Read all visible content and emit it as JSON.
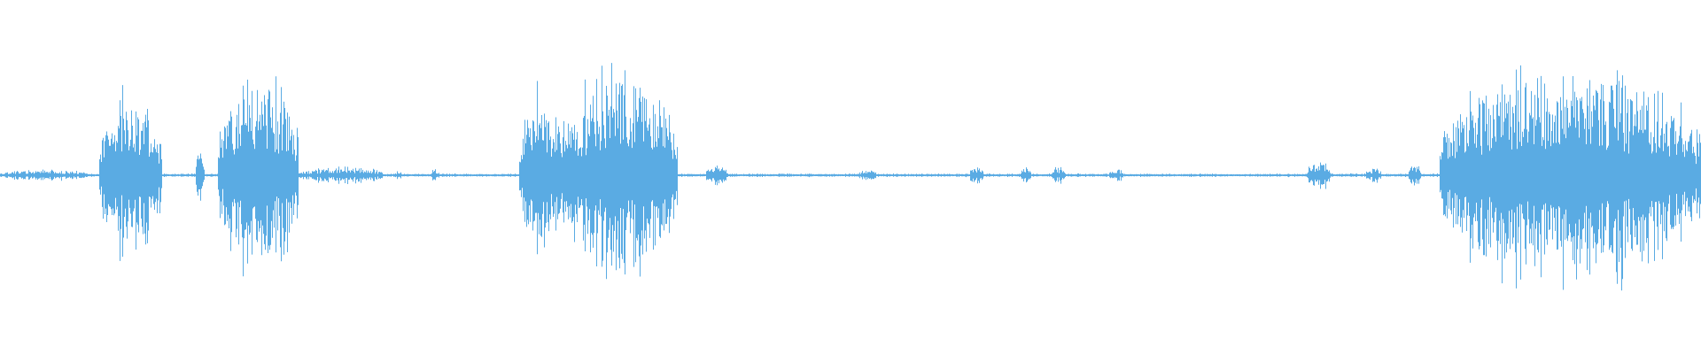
{
  "waveform": {
    "color": "#5aabe3",
    "background": "#ffffff",
    "segments": [
      {
        "start": 0.0,
        "end": 0.052,
        "level": 0.04
      },
      {
        "start": 0.058,
        "end": 0.095,
        "level": 0.62
      },
      {
        "start": 0.115,
        "end": 0.12,
        "level": 0.22
      },
      {
        "start": 0.128,
        "end": 0.175,
        "level": 0.72
      },
      {
        "start": 0.175,
        "end": 0.225,
        "level": 0.06
      },
      {
        "start": 0.232,
        "end": 0.236,
        "level": 0.04
      },
      {
        "start": 0.253,
        "end": 0.258,
        "level": 0.05
      },
      {
        "start": 0.305,
        "end": 0.33,
        "level": 0.68
      },
      {
        "start": 0.33,
        "end": 0.398,
        "level": 0.78
      },
      {
        "start": 0.415,
        "end": 0.428,
        "level": 0.08
      },
      {
        "start": 0.505,
        "end": 0.515,
        "level": 0.05
      },
      {
        "start": 0.57,
        "end": 0.578,
        "level": 0.07
      },
      {
        "start": 0.6,
        "end": 0.606,
        "level": 0.06
      },
      {
        "start": 0.618,
        "end": 0.626,
        "level": 0.06
      },
      {
        "start": 0.652,
        "end": 0.66,
        "level": 0.05
      },
      {
        "start": 0.768,
        "end": 0.782,
        "level": 0.12
      },
      {
        "start": 0.803,
        "end": 0.812,
        "level": 0.06
      },
      {
        "start": 0.828,
        "end": 0.835,
        "level": 0.1
      },
      {
        "start": 0.846,
        "end": 1.0,
        "level": 0.82
      }
    ],
    "noise_level": 0.012
  }
}
